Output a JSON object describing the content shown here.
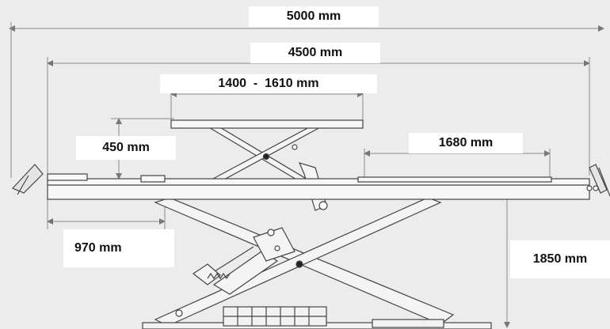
{
  "diagram": {
    "dimensions": {
      "total_length": "5000 mm",
      "platform_length": "4500 mm",
      "secondary_lift_length": "1400  -  1610 mm",
      "secondary_lift_height": "450 mm",
      "extension_length": "1680 mm",
      "front_overhang": "970 mm",
      "max_lift_height": "1850 mm"
    }
  }
}
